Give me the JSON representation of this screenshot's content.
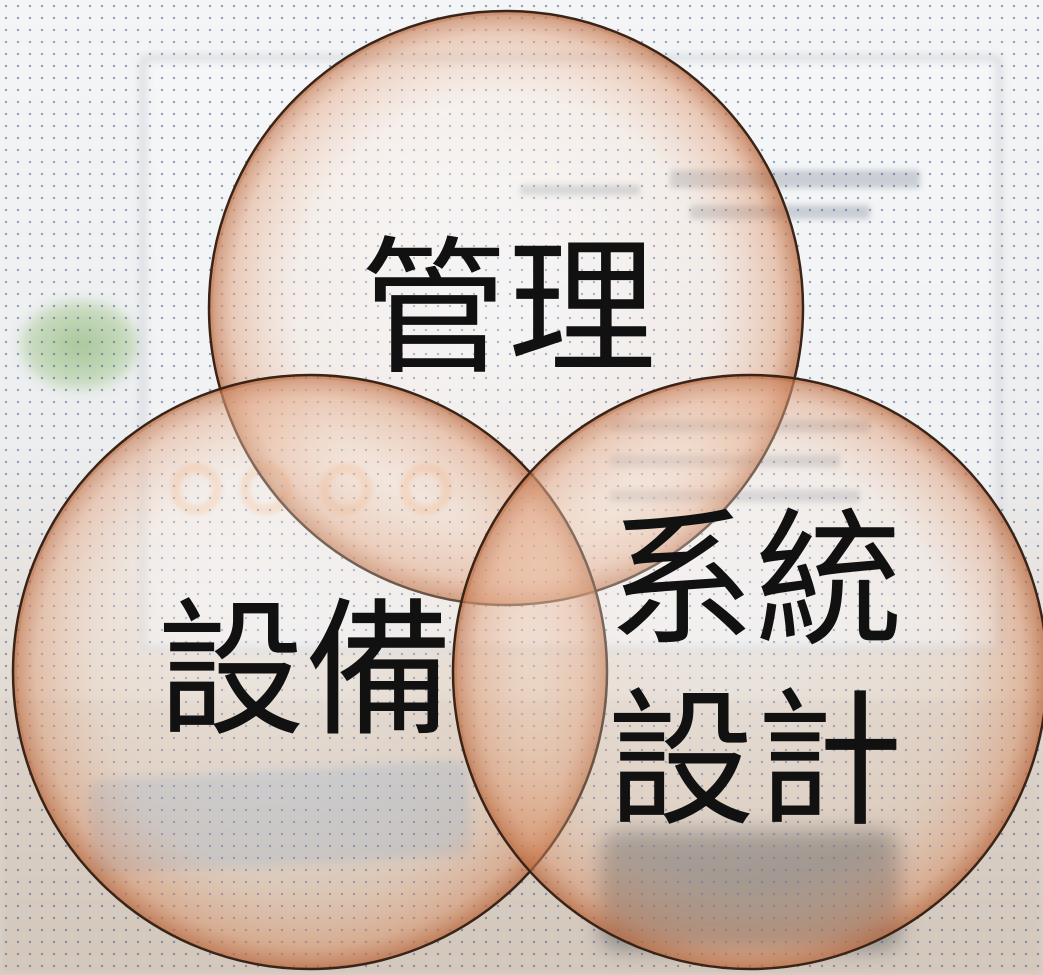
{
  "diagram": {
    "type": "venn",
    "circles": [
      {
        "id": "management",
        "label": "管理"
      },
      {
        "id": "equipment",
        "label": "設備"
      },
      {
        "id": "system-design",
        "label_lines": [
          "系統",
          "設計"
        ]
      }
    ]
  },
  "colors": {
    "circle_fill_center": "#f6e6d9",
    "circle_fill_edge": "#d4865a",
    "circle_stroke": "#3a2418",
    "text": "#111111",
    "dot_pattern": "#46598c"
  }
}
